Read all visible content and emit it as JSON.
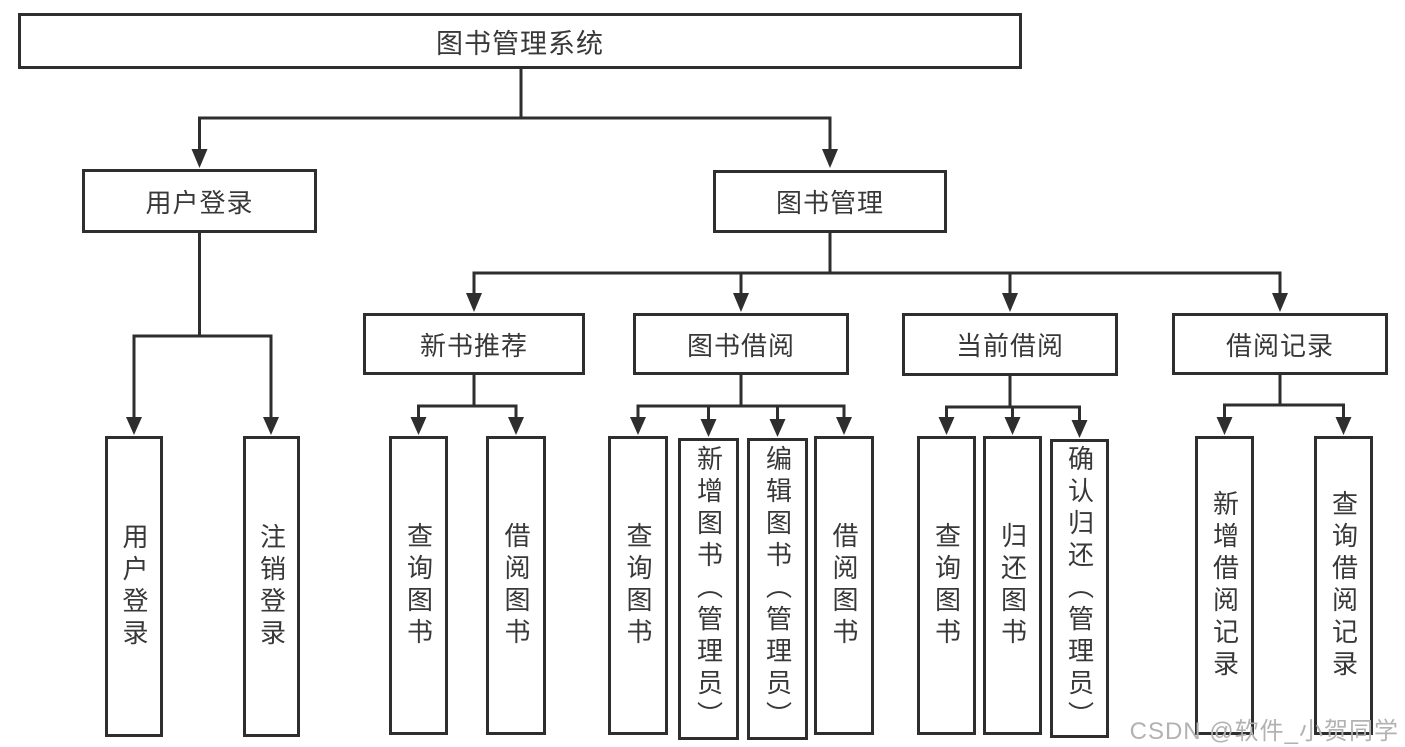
{
  "diagram": {
    "root": "图书管理系统",
    "user_login": {
      "label": "用户登录",
      "children": [
        "用户登录",
        "注销登录"
      ]
    },
    "book_mgmt": {
      "label": "图书管理",
      "sections": {
        "new_books": {
          "label": "新书推荐",
          "children": [
            "查询图书",
            "借阅图书"
          ]
        },
        "book_borrow": {
          "label": "图书借阅",
          "children": [
            "查询图书",
            "新增图书（管理员）",
            "编辑图书（管理员）",
            "借阅图书"
          ]
        },
        "current_borrow": {
          "label": "当前借阅",
          "children": [
            "查询图书",
            "归还图书",
            "确认归还（管理员）"
          ]
        },
        "borrow_records": {
          "label": "借阅记录",
          "children": [
            "新增借阅记录",
            "查询借阅记录"
          ]
        }
      }
    },
    "watermark": "CSDN @软件_小贺同学",
    "colors": {
      "line": "#2e2e2e",
      "text": "#383838",
      "watermark": "#b2b2b2",
      "background": "#ffffff"
    }
  }
}
